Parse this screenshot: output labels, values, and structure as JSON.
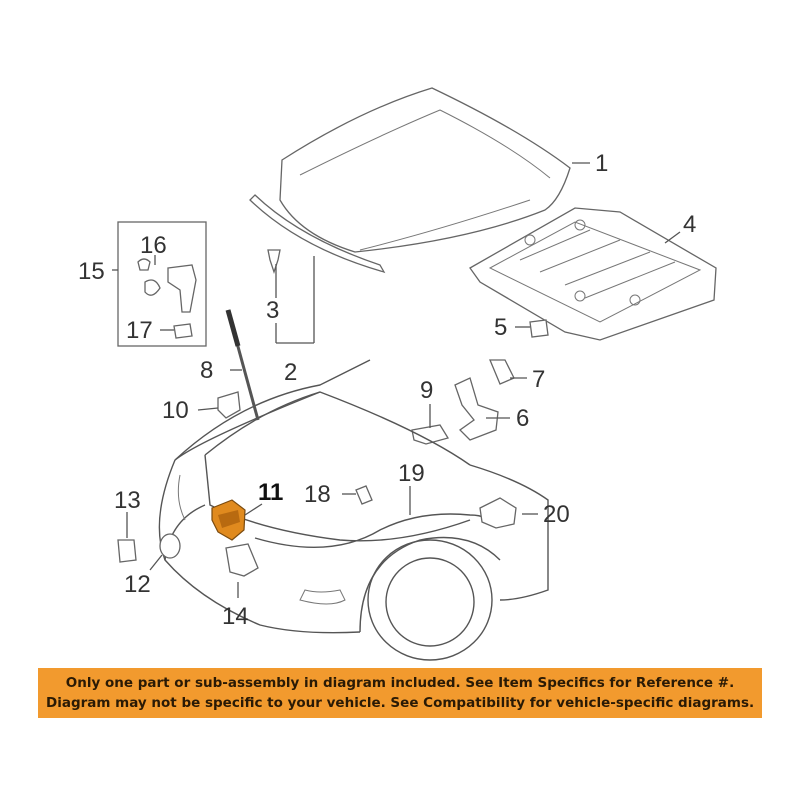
{
  "callouts": [
    "1",
    "2",
    "3",
    "4",
    "5",
    "6",
    "7",
    "8",
    "9",
    "10",
    "11",
    "12",
    "13",
    "14",
    "15",
    "16",
    "17",
    "18",
    "19",
    "20"
  ],
  "highlight_color": "#e08a1e",
  "banner": {
    "color": "#f29a2e",
    "line1": "Only one part or sub-assembly in diagram included. See Item Specifics for Reference #.",
    "line2": "Diagram may not be specific to your vehicle. See Compatibility for vehicle-specific diagrams."
  }
}
